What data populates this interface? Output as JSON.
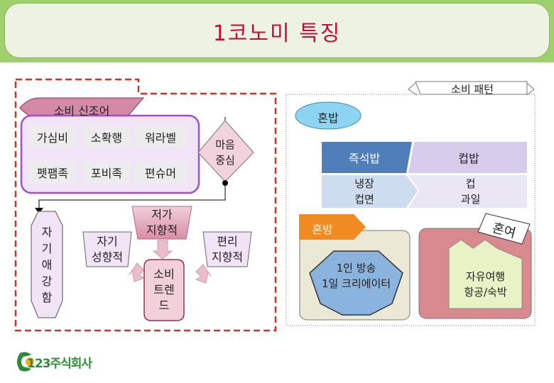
{
  "title": "1코노미 특징",
  "left": {
    "header": "소비 신조어",
    "words": [
      "가심비",
      "소확행",
      "워라벨",
      "펫팸족",
      "포비족",
      "편슈머"
    ],
    "diamond": [
      "마음",
      "중심"
    ],
    "side": [
      "자",
      "기",
      "애",
      "강",
      "함"
    ],
    "top_label": [
      "저가",
      "지향적"
    ],
    "left_label": [
      "자기",
      "성향적"
    ],
    "right_label": [
      "편리",
      "지향적"
    ],
    "center": [
      "소비",
      "트렌",
      "드"
    ]
  },
  "right": {
    "header": "소비 패턴",
    "honbap": "혼밥",
    "food": {
      "r1c1": "즉석밥",
      "r1c2": "컵밥",
      "r2c1": [
        "냉장",
        "컵면"
      ],
      "r2c2": [
        "컵",
        "과일"
      ]
    },
    "honbang": "혼방",
    "honbang_item": [
      "1인 방송",
      "1일 크리에이터"
    ],
    "honyeo": "혼여",
    "honyeo_item": [
      "자유여행",
      "항공/숙박"
    ]
  },
  "logo": "123주식회사"
}
